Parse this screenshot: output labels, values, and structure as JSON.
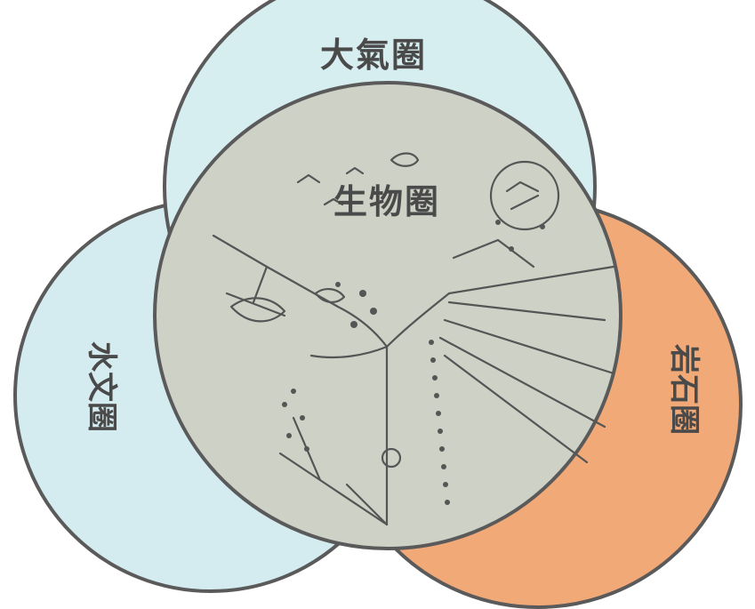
{
  "diagram": {
    "spheres": {
      "atmosphere": {
        "label": "大氣圈",
        "fill": "#d7eef1"
      },
      "biosphere": {
        "label": "生物圈",
        "fill": "#cdd1c6"
      },
      "hydrosphere": {
        "label": "水文圈",
        "fill": "#d4ecf0"
      },
      "lithosphere": {
        "label": "岩石圈",
        "fill": "#f2a978"
      }
    },
    "outline_color": "#5a5a5a"
  }
}
